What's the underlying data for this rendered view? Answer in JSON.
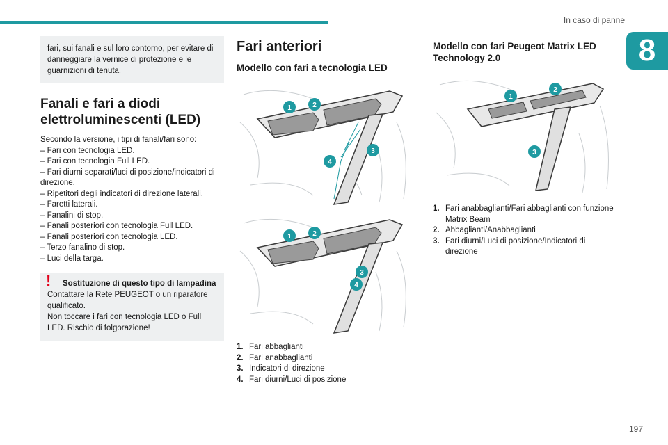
{
  "header": {
    "section": "In caso di panne",
    "chapter": "8",
    "page_number": "197"
  },
  "col1": {
    "intro_text": "fari, sui fanali e sul loro contorno, per evitare di danneggiare la vernice di protezione e le guarnizioni di tenuta.",
    "heading": "Fanali e fari a diodi elettroluminescenti (LED)",
    "lead": "Secondo la versione, i tipi di fanali/fari sono:",
    "items": [
      "– Fari con tecnologia LED.",
      "– Fari con tecnologia Full LED.",
      "– Fari diurni separati/luci di posizione/indicatori di direzione.",
      "– Ripetitori degli indicatori di direzione laterali.",
      "– Faretti laterali.",
      "– Fanalini di stop.",
      "– Fanali posteriori con tecnologia Full LED.",
      "– Fanali posteriori con tecnologia LED.",
      "– Terzo fanalino di stop.",
      "– Luci della targa."
    ],
    "warning": {
      "title": "Sostituzione di questo tipo di lampadina",
      "text1": "Contattare la Rete PEUGEOT o un riparatore qualificato.",
      "text2": "Non toccare i fari con tecnologia LED o Full LED. Rischio di folgorazione!"
    }
  },
  "col2": {
    "heading": "Fari anteriori",
    "subheading": "Modello con fari a tecnologia LED",
    "legend": [
      {
        "num": "1.",
        "text": "Fari abbaglianti"
      },
      {
        "num": "2.",
        "text": "Fari anabbaglianti"
      },
      {
        "num": "3.",
        "text": "Indicatori di direzione"
      },
      {
        "num": "4.",
        "text": "Fari diurni/Luci di posizione"
      }
    ],
    "callouts": [
      "1",
      "2",
      "3",
      "4"
    ]
  },
  "col3": {
    "heading": "Modello con fari Peugeot Matrix LED Technology 2.0",
    "legend": [
      {
        "num": "1.",
        "text": "Fari anabbaglianti/Fari abbaglianti con funzione Matrix Beam"
      },
      {
        "num": "2.",
        "text": "Abbaglianti/Anabbaglianti"
      },
      {
        "num": "3.",
        "text": "Fari diurni/Luci di posizione/Indicatori di direzione"
      }
    ],
    "callouts": [
      "1",
      "2",
      "3"
    ]
  },
  "colors": {
    "accent": "#1e9aa1",
    "warning": "#e2001a",
    "box": "#eef0f1"
  }
}
